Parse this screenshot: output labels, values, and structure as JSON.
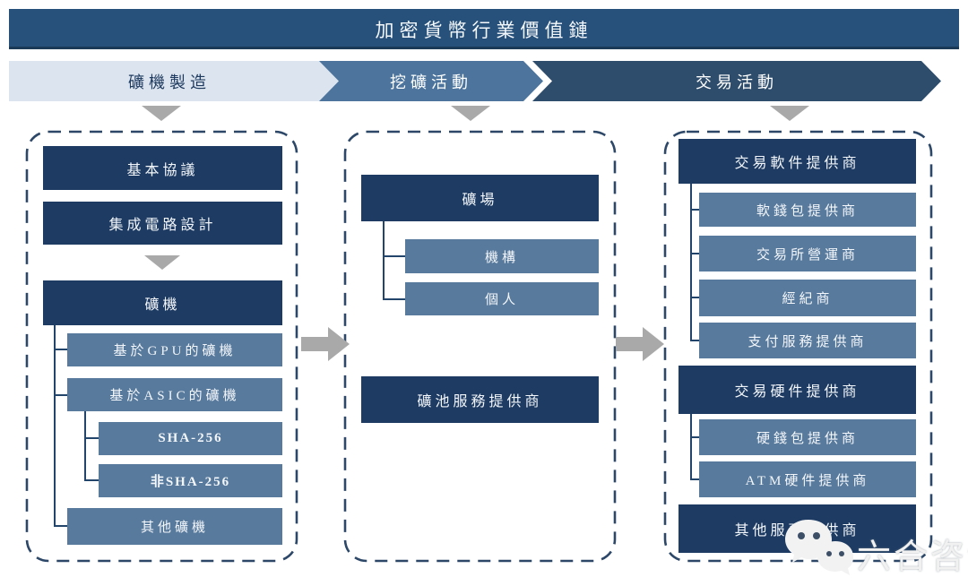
{
  "title": "加密貨幣行業價值鏈",
  "stages": {
    "manufacturing": "礦機製造",
    "mining": "挖礦活動",
    "trading": "交易活動"
  },
  "manufacturing": {
    "basic_protocol": "基本協議",
    "ic_design": "集成電路設計",
    "miner": "礦機",
    "gpu_miner": "基於GPU的礦機",
    "asic_miner": "基於ASIC的礦機",
    "sha256": "SHA-256",
    "non_sha256": "非SHA-256",
    "other_miner": "其他礦機"
  },
  "mining": {
    "farm": "礦場",
    "institution": "機構",
    "individual": "個人",
    "pool_service": "礦池服務提供商"
  },
  "trading": {
    "software_provider": "交易軟件提供商",
    "soft_wallet": "軟錢包提供商",
    "exchange_operator": "交易所營運商",
    "broker": "經紀商",
    "payment_service": "支付服務提供商",
    "hardware_provider": "交易硬件提供商",
    "hard_wallet": "硬錢包提供商",
    "atm_hardware": "ATM硬件提供商",
    "other_service": "其他服務提供商"
  },
  "watermark": {
    "text": "六合咨询",
    "icon": "wechat-icon"
  },
  "palette": {
    "title_bar": "#27517a",
    "dark_box": "#1e3c63",
    "medium_box": "#587a9d",
    "stage1_banner": "#dbe4ef",
    "stage2_banner": "#4c749c",
    "stage3_banner": "#2e4d6c",
    "arrow_gray": "#a9a9a9",
    "dashed_border": "#2c4767"
  }
}
